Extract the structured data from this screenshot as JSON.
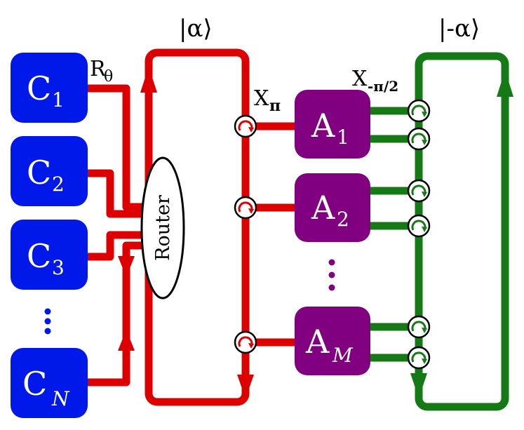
{
  "colors": {
    "classical_node": "#0018e8",
    "ancilla_node": "#800080",
    "red_bus": "#dd0000",
    "green_bus": "#157a15",
    "dots_blue": "#0018e8",
    "dots_purple": "#800080"
  },
  "labels": {
    "alpha_state": "|α⟩",
    "neg_alpha_state": "|-α⟩",
    "r_theta_main": "R",
    "r_theta_sub": "θ",
    "x_pi_main": "X",
    "x_pi_sub": "π",
    "x_neg_main": "X",
    "x_neg_sub": "-π/2",
    "router": "Router"
  },
  "classical_nodes": [
    {
      "main": "C",
      "sub": "1"
    },
    {
      "main": "C",
      "sub": "2"
    },
    {
      "main": "C",
      "sub": "3"
    },
    {
      "main": "C",
      "sub": "N"
    }
  ],
  "ancilla_nodes": [
    {
      "main": "A",
      "sub": "1"
    },
    {
      "main": "A",
      "sub": "2"
    },
    {
      "main": "A",
      "sub": "M"
    }
  ],
  "icons": [
    "rotation-gate-icon",
    "vertical-ellipsis-icon",
    "arrow-icon"
  ]
}
